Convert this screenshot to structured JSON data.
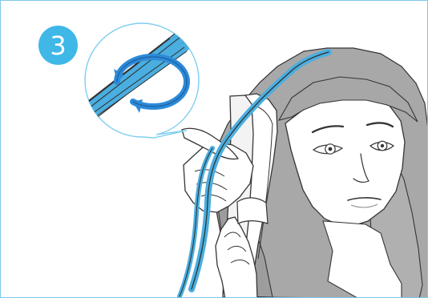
{
  "step": {
    "number": "3"
  },
  "colors": {
    "frame_border": "#7ec8ea",
    "badge_fill": "#3fb7e7",
    "hair_strand": "#4aaee0",
    "hair_fill": "#a7a7a7",
    "line_art": "#2f2f2f",
    "arrow": "#2d8ad8"
  },
  "icons": {
    "step_badge": "circle-badge",
    "zoom_callout": "magnified-twist-callout",
    "rotation_arrow": "circular-arrow-icon"
  }
}
